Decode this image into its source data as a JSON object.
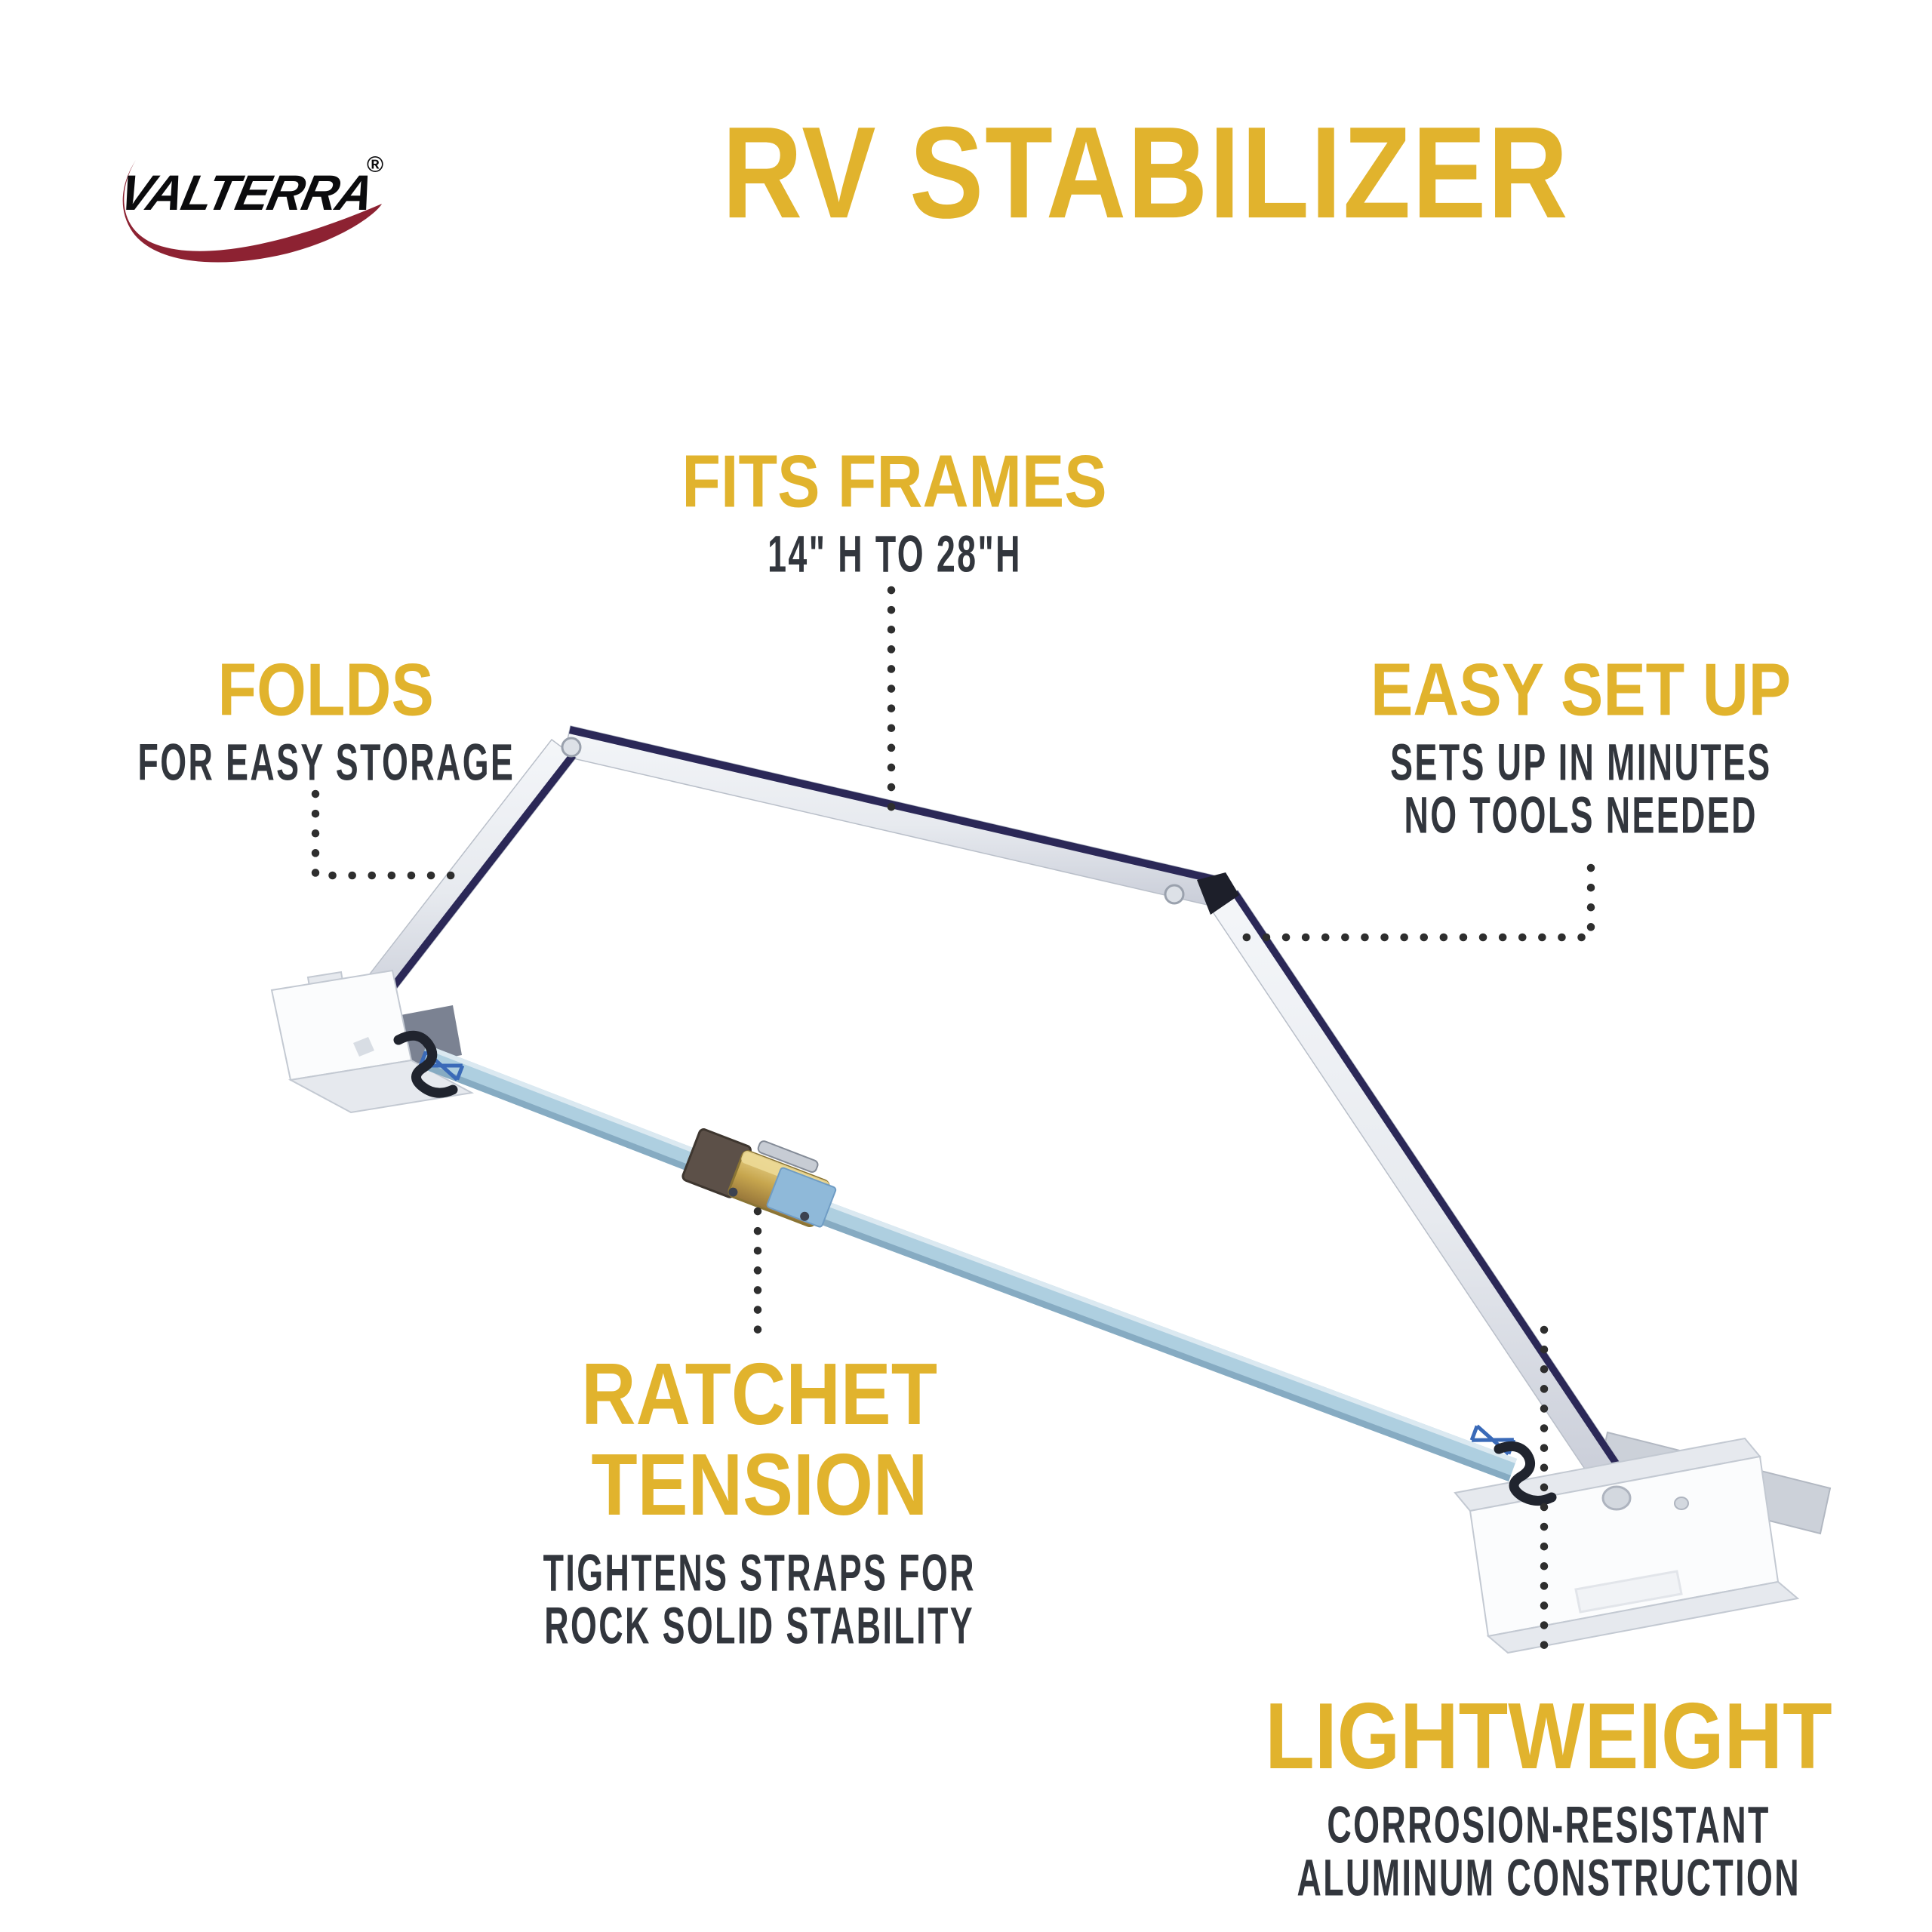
{
  "brand": {
    "name": "VALTERRA",
    "registered": "®"
  },
  "header": {
    "title": "RV STABILIZER"
  },
  "callouts": {
    "fits_frames": {
      "title": "FITS FRAMES",
      "subtitle": "14\" H TO 28\"H"
    },
    "folds": {
      "title": "FOLDS",
      "subtitle": "FOR EASY STORAGE"
    },
    "easy_set_up": {
      "title": "EASY SET UP",
      "line1": "SETS UP IN MINUTES",
      "line2": "NO TOOLS NEEDED"
    },
    "ratchet_tension": {
      "title_line1": "RATCHET",
      "title_line2": "TENSION",
      "line1": "TIGHTENS STRAPS FOR",
      "line2": "ROCK SOLID STABILITY"
    },
    "lightweight": {
      "title": "LIGHTWEIGHT",
      "line1": "CORROSION-RESISTANT",
      "line2": "ALUMINUM CONSTRUCTION"
    }
  },
  "colors": {
    "accent_yellow": "#E1B32D",
    "text_dark": "#32363D",
    "brand_red": "#8D2232",
    "dot_color": "#2E2E2E",
    "strap_blue": "#AECFE0",
    "frame_edge": "#2B2857"
  }
}
